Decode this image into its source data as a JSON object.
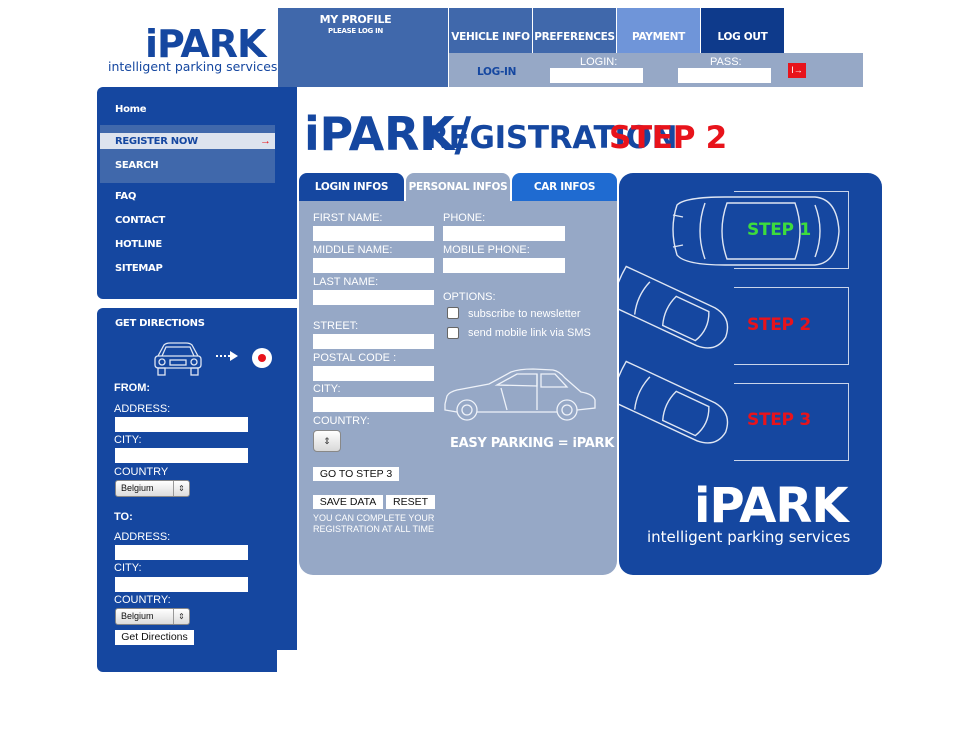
{
  "logo": {
    "word": "iPARK",
    "tagline": "intelligent parking services"
  },
  "topnav": {
    "profile_title": "MY PROFILE",
    "profile_sub": "PLEASE LOG IN",
    "items": [
      "VEHICLE INFO",
      "PREFERENCES",
      "PAYMENT",
      "LOG OUT"
    ],
    "login_label": "LOG-IN",
    "login_user_label": "LOGIN:",
    "login_pass_label": "PASS:",
    "login_go": "I→"
  },
  "sidebar": {
    "items": [
      "Home",
      "REGISTER NOW",
      "SEARCH",
      "FAQ",
      "CONTACT",
      "HOTLINE",
      "SITEMAP"
    ],
    "register_arrow": "→"
  },
  "directions": {
    "title": "GET DIRECTIONS",
    "from": "FROM:",
    "to": "TO:",
    "address": "ADDRESS:",
    "city": "CITY:",
    "country": "COUNTRY",
    "country_colon": "COUNTRY:",
    "country_value": "Belgium",
    "button": "Get Directions"
  },
  "title": {
    "ipark": "iPARK/",
    "registration": "REGISTRATION",
    "step": "STEP 2"
  },
  "tabs": [
    "LOGIN INFOS",
    "PERSONAL INFOS",
    "CAR INFOS"
  ],
  "form": {
    "first_name": "FIRST NAME:",
    "middle_name": "MIDDLE NAME:",
    "last_name": "LAST NAME:",
    "street": "STREET:",
    "postal_code": "POSTAL CODE :",
    "city": "CITY:",
    "country": "COUNTRY:",
    "phone": "PHONE:",
    "mobile_phone": "MOBILE PHONE:",
    "options": "OPTIONS:",
    "opt_newsletter": "subscribe to newsletter",
    "opt_sms": "send mobile link via SMS",
    "slogan": "EASY PARKING = iPARK",
    "go_step3": "GO TO STEP 3",
    "save": "SAVE DATA",
    "reset": "RESET",
    "note": "YOU CAN COMPLETE YOUR REGISTRATION AT ALL TIME"
  },
  "steps": {
    "step1": "STEP 1",
    "step2": "STEP 2",
    "step3": "STEP 3",
    "logo": "iPARK",
    "tagline": "intelligent parking services"
  },
  "colors": {
    "brand_blue": "#1547a0",
    "mid_blue": "#4068ab",
    "panel_gray": "#96a8c6",
    "accent_red": "#e8131b",
    "step_green": "#3ddc3d"
  }
}
